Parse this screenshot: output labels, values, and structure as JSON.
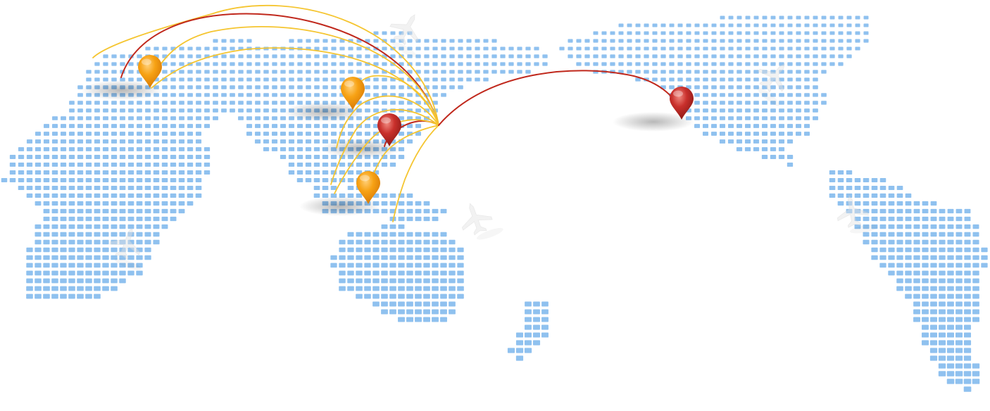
{
  "map": {
    "style": "dotted-world-map",
    "projection": "perspective-tilted",
    "dot_color": "#8fc1ef",
    "background_color": "#ffffff"
  },
  "colors": {
    "route_yellow": "#f5c530",
    "route_red": "#c0281c",
    "pin_orange": "#f7a214",
    "pin_red": "#c9302c"
  },
  "hub": {
    "name": "route-hub"
  },
  "pins": [
    {
      "id": "pin-europe",
      "color": "orange",
      "icon": "location-pin-icon"
    },
    {
      "id": "pin-central-asia",
      "color": "orange",
      "icon": "location-pin-icon"
    },
    {
      "id": "pin-south-asia",
      "color": "red",
      "icon": "location-pin-icon"
    },
    {
      "id": "pin-southeast-asia",
      "color": "orange",
      "icon": "location-pin-icon"
    },
    {
      "id": "pin-north-america",
      "color": "red",
      "icon": "location-pin-icon"
    }
  ],
  "routes": [
    {
      "to": "west-europe",
      "color": "yellow"
    },
    {
      "to": "pin-europe",
      "color": "red"
    },
    {
      "to": "europe-2",
      "color": "yellow"
    },
    {
      "to": "europe-3",
      "color": "yellow"
    },
    {
      "to": "pin-central-asia",
      "color": "yellow"
    },
    {
      "to": "central-asia-2",
      "color": "yellow"
    },
    {
      "to": "pin-south-asia",
      "color": "red"
    },
    {
      "to": "south-asia-2",
      "color": "yellow"
    },
    {
      "to": "south-asia-3",
      "color": "yellow"
    },
    {
      "to": "pin-southeast-asia",
      "color": "yellow"
    },
    {
      "to": "australia",
      "color": "yellow"
    },
    {
      "to": "pin-north-america",
      "color": "red"
    }
  ],
  "planes": [
    {
      "id": "plane-north-asia",
      "icon": "airplane-icon"
    },
    {
      "id": "plane-pacific",
      "icon": "airplane-icon"
    },
    {
      "id": "plane-north-america",
      "icon": "airplane-icon"
    },
    {
      "id": "plane-south-america",
      "icon": "airplane-icon"
    },
    {
      "id": "plane-africa",
      "icon": "airplane-icon"
    }
  ]
}
